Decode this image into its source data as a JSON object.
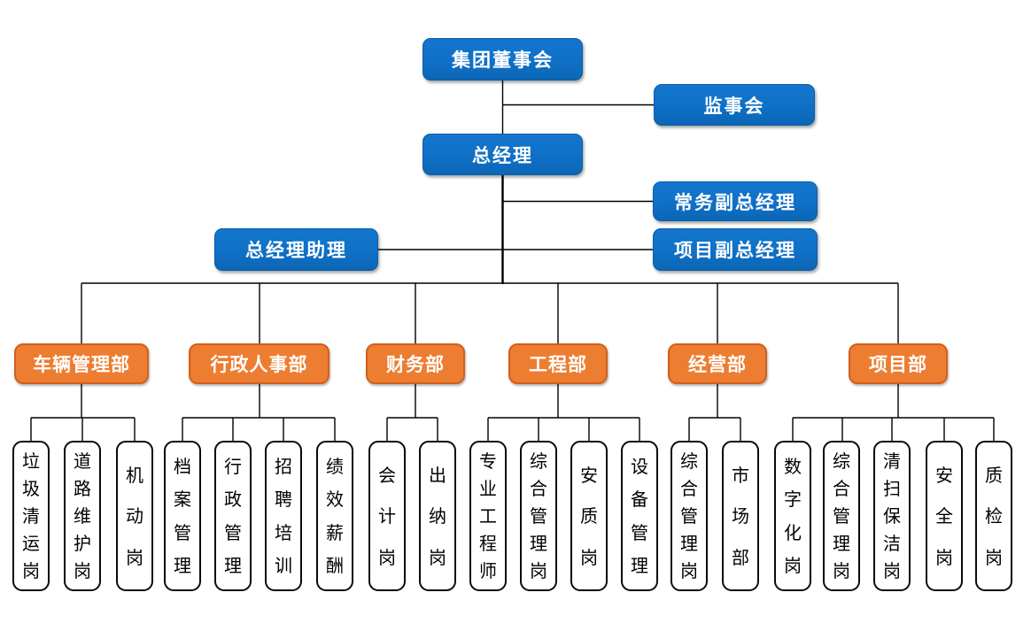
{
  "diagram": {
    "type": "org-chart",
    "executives": {
      "board": "集团董事会",
      "supervisory_board": "监事会",
      "general_manager": "总经理",
      "executive_deputy_gm": "常务副总经理",
      "gm_assistant": "总经理助理",
      "project_deputy_gm": "项目副总经理"
    },
    "departments": [
      {
        "label": "车辆管理部",
        "positions": [
          "垃圾清运岗",
          "道路维护岗",
          "机动岗"
        ]
      },
      {
        "label": "行政人事部",
        "positions": [
          "档案管理",
          "行政管理",
          "招聘培训",
          "绩效薪酬"
        ]
      },
      {
        "label": "财务部",
        "positions": [
          "会计岗",
          "出纳岗"
        ]
      },
      {
        "label": "工程部",
        "positions": [
          "专业工程师",
          "综合管理岗",
          "安质岗",
          "设备管理"
        ]
      },
      {
        "label": "经营部",
        "positions": [
          "综合管理岗",
          "市场部"
        ]
      },
      {
        "label": "项目部",
        "positions": [
          "数字化岗",
          "综合管理岗",
          "清扫保洁岗",
          "安全岗",
          "质检岗"
        ]
      }
    ],
    "colors": {
      "executive_fill": "#0F70C6",
      "department_fill": "#ED7D31",
      "department_border": "#D2601C",
      "position_fill": "#FFFFFF",
      "position_border": "#000000",
      "connector": "#000000",
      "text_on_color": "#FFFFFF",
      "text_on_white": "#000000"
    }
  }
}
